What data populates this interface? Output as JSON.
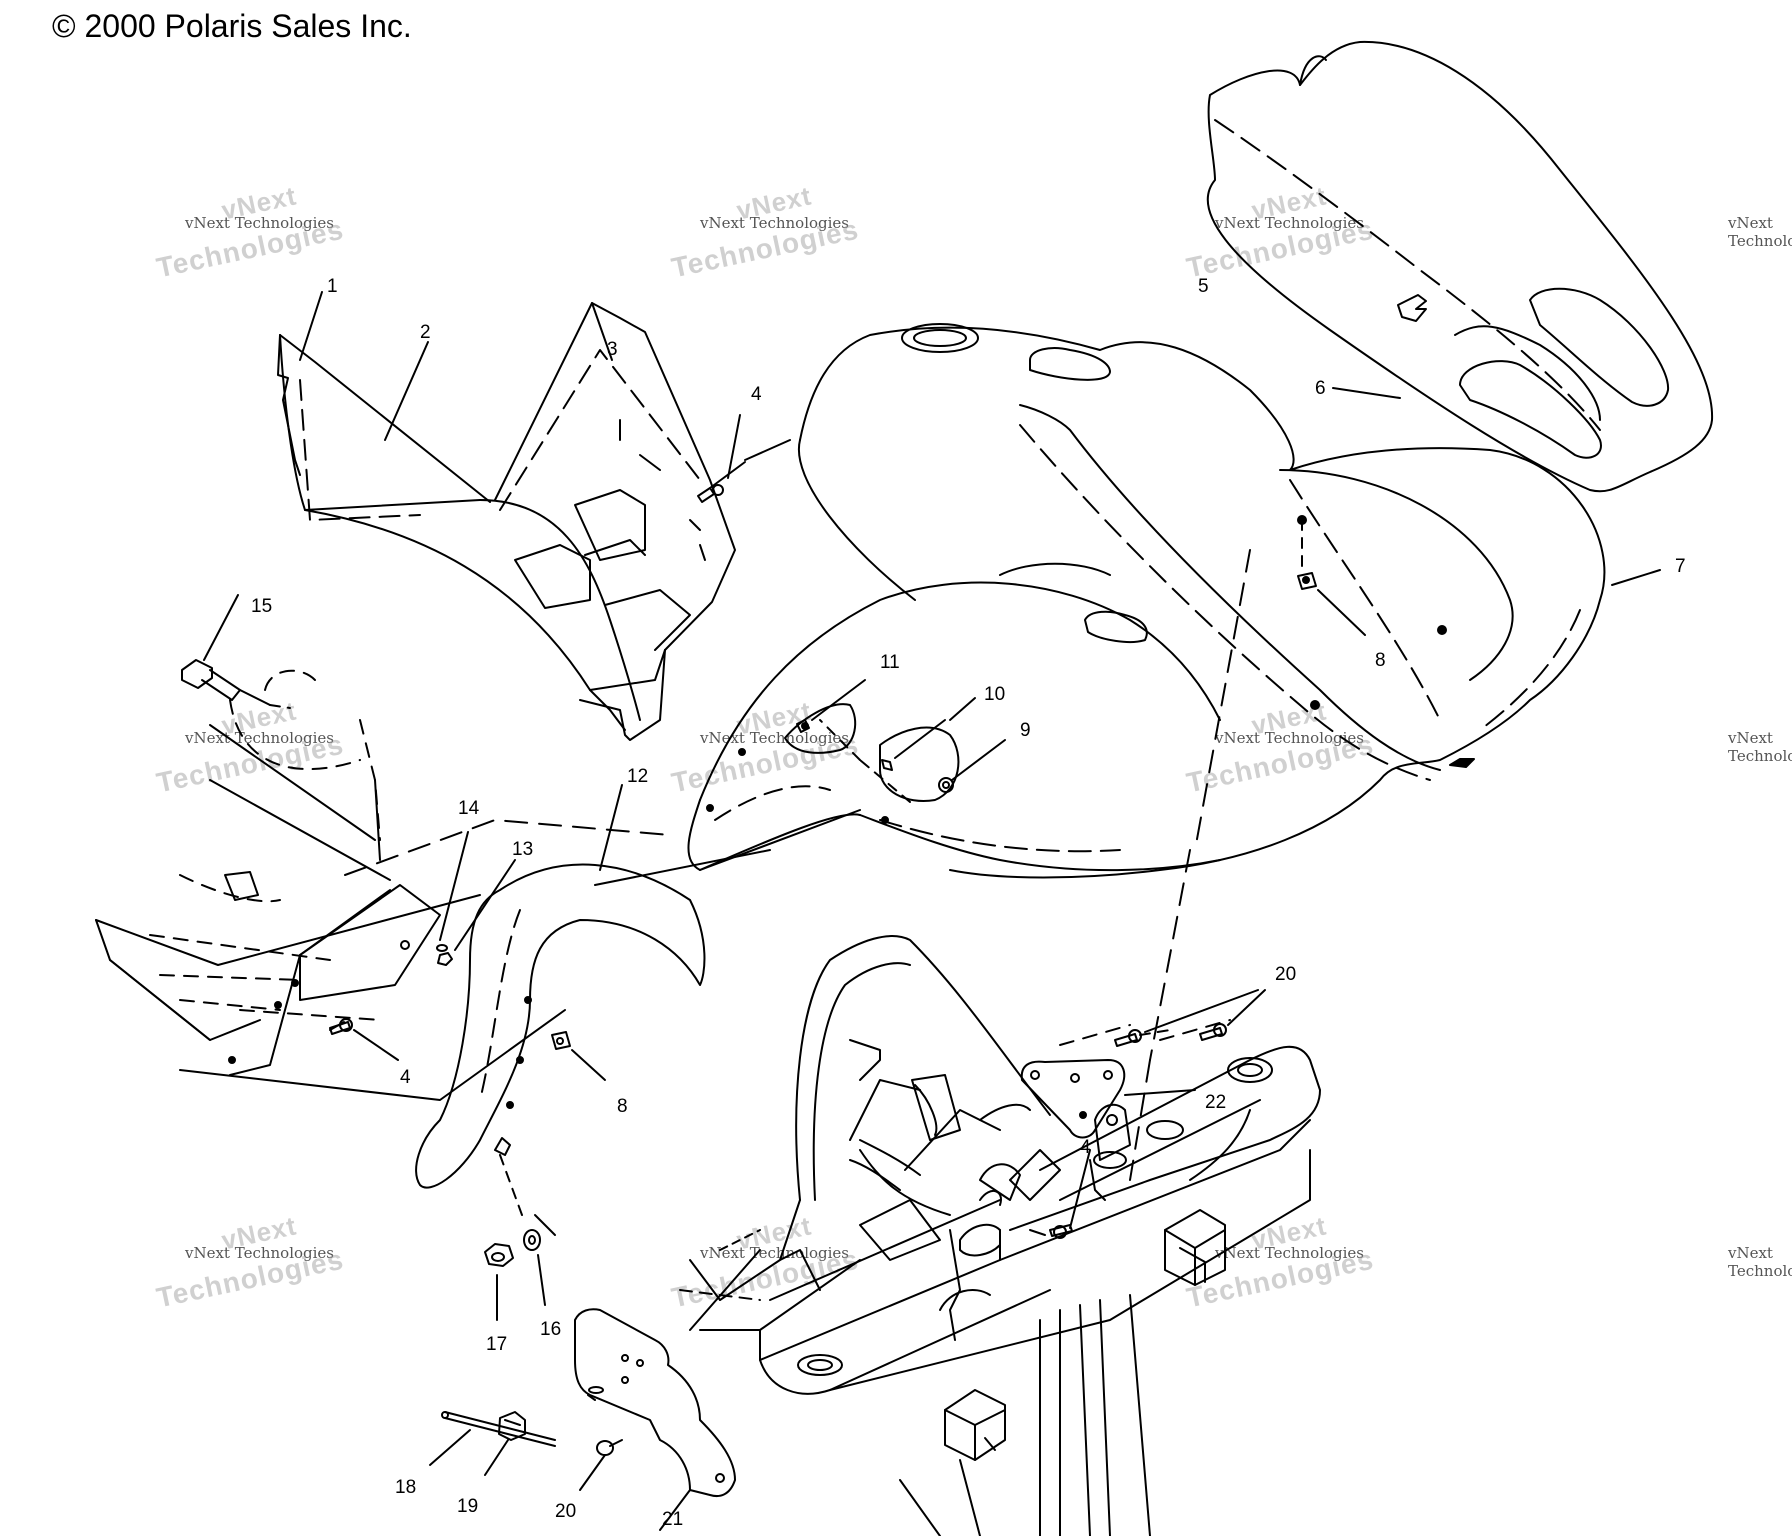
{
  "copyright": "© 2000 Polaris Sales Inc.",
  "watermark": {
    "line1": "vNext",
    "line2": "vNext Technologies",
    "line3": "Technologies"
  },
  "callouts": [
    {
      "id": "c1",
      "label": "1"
    },
    {
      "id": "c2",
      "label": "2"
    },
    {
      "id": "c3",
      "label": "3"
    },
    {
      "id": "c4a",
      "label": "4"
    },
    {
      "id": "c4b",
      "label": "4"
    },
    {
      "id": "c4c",
      "label": "4"
    },
    {
      "id": "c5",
      "label": "5"
    },
    {
      "id": "c6",
      "label": "6"
    },
    {
      "id": "c7",
      "label": "7"
    },
    {
      "id": "c8a",
      "label": "8"
    },
    {
      "id": "c8b",
      "label": "8"
    },
    {
      "id": "c9",
      "label": "9"
    },
    {
      "id": "c10",
      "label": "10"
    },
    {
      "id": "c11",
      "label": "11"
    },
    {
      "id": "c12",
      "label": "12"
    },
    {
      "id": "c13",
      "label": "13"
    },
    {
      "id": "c14",
      "label": "14"
    },
    {
      "id": "c15",
      "label": "15"
    },
    {
      "id": "c16",
      "label": "16"
    },
    {
      "id": "c17",
      "label": "17"
    },
    {
      "id": "c18",
      "label": "18"
    },
    {
      "id": "c19",
      "label": "19"
    },
    {
      "id": "c20a",
      "label": "20"
    },
    {
      "id": "c20b",
      "label": "20"
    },
    {
      "id": "c21",
      "label": "21"
    },
    {
      "id": "c22",
      "label": "22"
    }
  ]
}
